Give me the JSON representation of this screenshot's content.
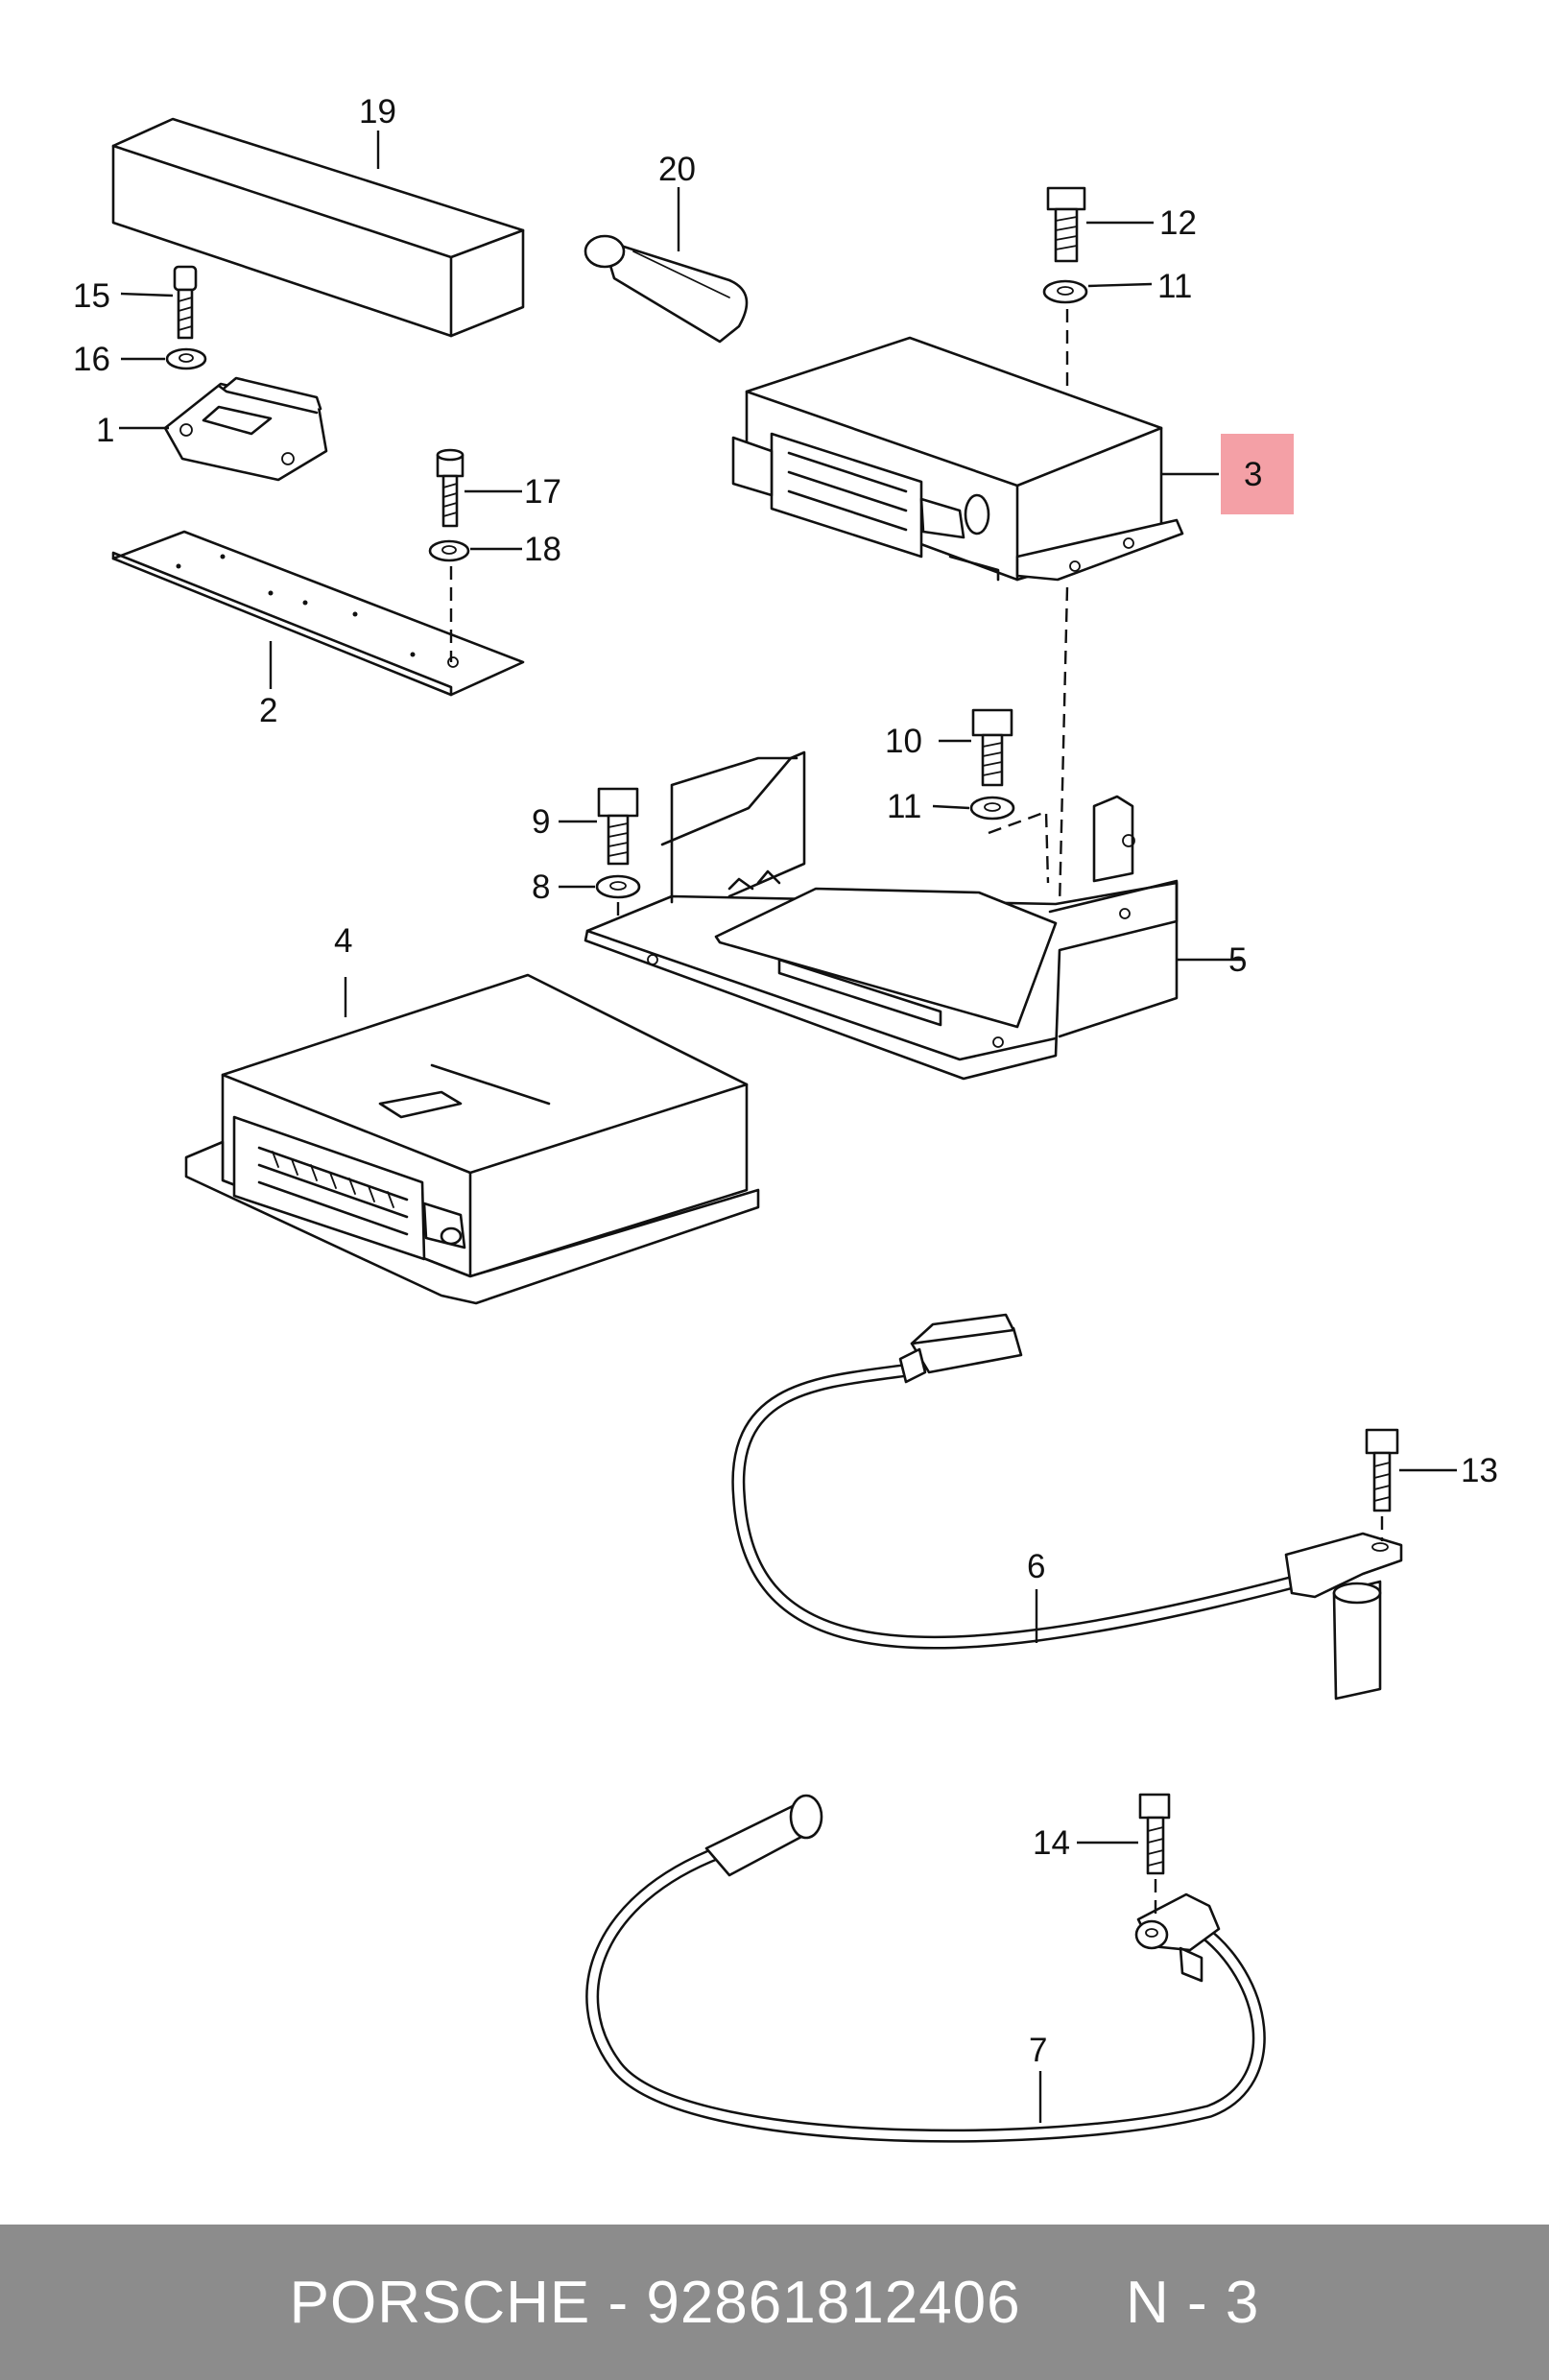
{
  "callouts": {
    "p1": "1",
    "p2": "2",
    "p3": "3",
    "p4": "4",
    "p5": "5",
    "p6": "6",
    "p7": "7",
    "p8": "8",
    "p9": "9",
    "p10": "10",
    "p11a": "11",
    "p11b": "11",
    "p12": "12",
    "p13": "13",
    "p14": "14",
    "p15": "15",
    "p16": "16",
    "p17": "17",
    "p18": "18",
    "p19": "19",
    "p20": "20"
  },
  "highlight": {
    "part": "3",
    "color": "#f4a0a6"
  },
  "footer": {
    "text": "PORSCHE - 92861812406      N - 3",
    "background": "#8c8c8c"
  }
}
